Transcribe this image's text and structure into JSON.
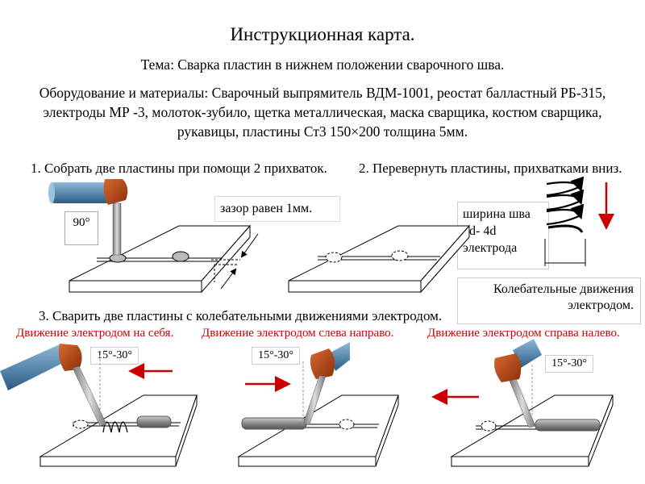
{
  "title": "Инструкционная карта.",
  "topic": "Тема: Сварка пластин в нижнем положении сварочного шва.",
  "equipment": "Оборудование и материалы: Сварочный выпрямитель ВДМ-1001, реостат балластный РБ-315, электроды МР -3, молоток-зубило, щетка металлическая, маска сварщика, костюм сварщика, рукавицы, пластины Ст3 150×200 толщина 5мм.",
  "steps": {
    "step1": "1. Собрать две пластины при помощи 2 прихваток.",
    "step2": "2. Перевернуть пластины, прихватками вниз.",
    "step3": "3. Сварить две пластины с колебательными движениями электродом."
  },
  "labels": {
    "angle_90": "90°",
    "gap": "зазор равен 1мм.",
    "seam_width": "ширина шва 3d- 4d электрода",
    "oscillation": "Колебательные движения электродом.",
    "angle_range": "15°-30°"
  },
  "movements": {
    "toward": "Движение электродом на себя.",
    "left_to_right": "Движение электродом слева направо.",
    "right_to_left": "Движение электродом справа налево."
  },
  "colors": {
    "accent_red": "#cc0000",
    "electrode_holder": "#b5461a",
    "handle_blue": "#5b8bb0"
  }
}
